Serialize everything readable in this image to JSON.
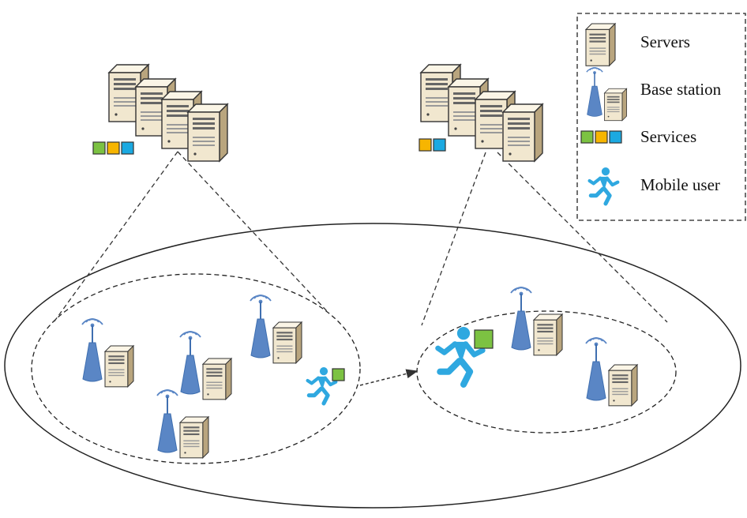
{
  "legend": {
    "items": [
      {
        "icon": "server-icon",
        "label": "Servers"
      },
      {
        "icon": "base-station-icon",
        "label": "Base station"
      },
      {
        "icon": "services-icon",
        "label": "Services"
      },
      {
        "icon": "mobile-user-icon",
        "label": "Mobile user"
      }
    ]
  },
  "colors": {
    "service_green": "#7cc242",
    "service_orange": "#f7b500",
    "service_blue": "#1ba9e1",
    "user_blue": "#2fa8e0",
    "antenna_blue": "#5a86c5",
    "server_body": "#f1e7cf",
    "server_shadow": "#c9b58f",
    "line": "#333333"
  },
  "edge_servers": [
    {
      "id": "left",
      "services": [
        "green",
        "orange",
        "blue"
      ]
    },
    {
      "id": "right",
      "services": [
        "orange",
        "blue"
      ]
    }
  ],
  "mobile_users": [
    {
      "id": "user-before",
      "carried_service": "green"
    },
    {
      "id": "user-after",
      "carried_service": "green"
    }
  ]
}
